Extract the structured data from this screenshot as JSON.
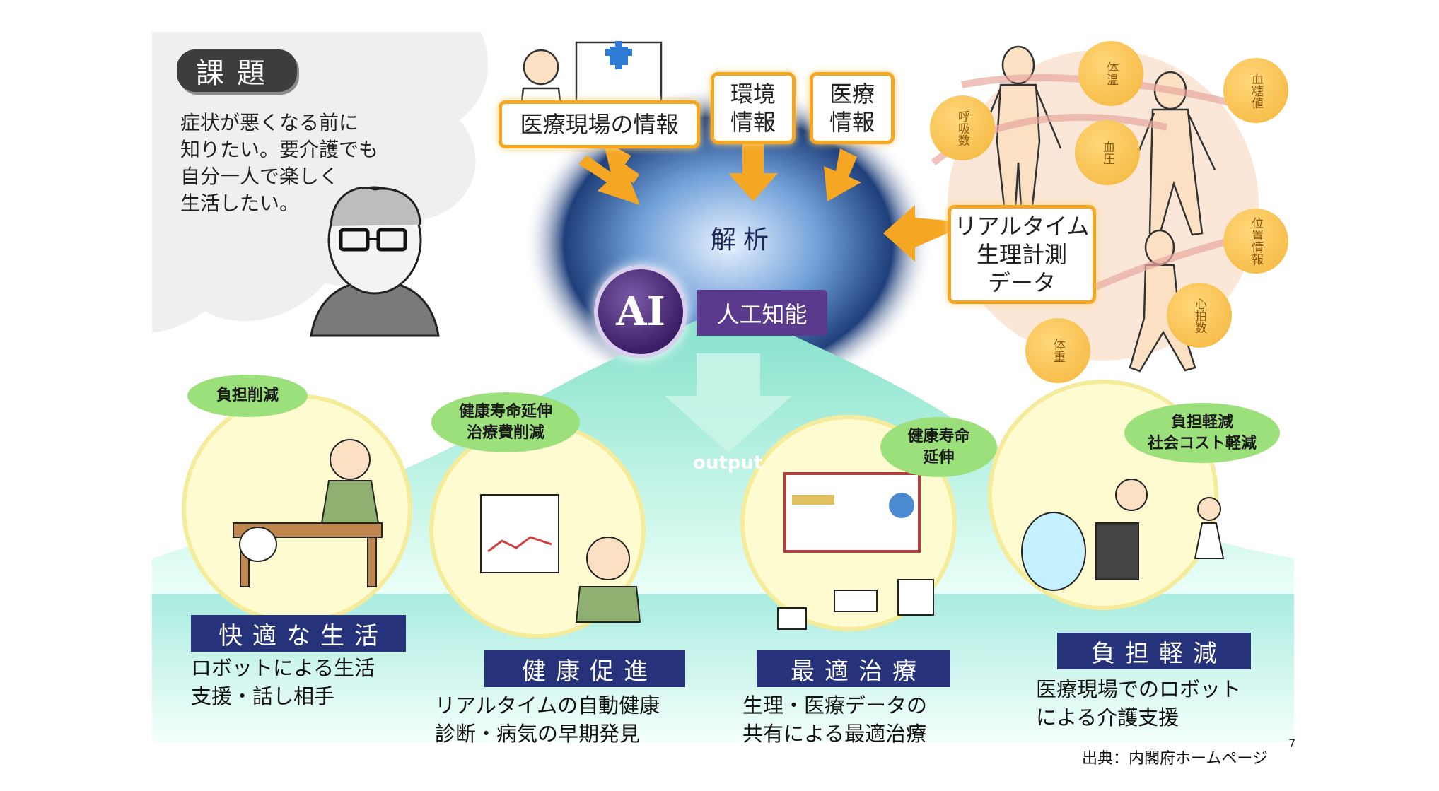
{
  "issue": {
    "title": "課題",
    "text": "症状が悪くなる前に\n知りたい。要介護でも\n自分一人で楽しく\n生活したい。"
  },
  "inputs": {
    "medical_site": "医療現場の情報",
    "environment": "環境\n情報",
    "medical": "医療\n情報",
    "realtime": "リアルタイム\n生理計測\nデータ"
  },
  "measurements": [
    "体温",
    "血糖値",
    "呼吸数",
    "血圧",
    "位置情報",
    "心拍数",
    "体重"
  ],
  "ai": {
    "analysis": "解析",
    "logo": "AI",
    "label": "人工知能",
    "output": "output"
  },
  "categories": [
    {
      "bubble": "負担削減",
      "title": "快適な生活",
      "desc": "ロボットによる生活\n支援・話し相手"
    },
    {
      "bubble": "健康寿命延伸\n治療費削減",
      "title": "健康促進",
      "desc": "リアルタイムの自動健康\n診断・病気の早期発見"
    },
    {
      "bubble": "健康寿命\n延伸",
      "title": "最適治療",
      "desc": "生理・医療データの\n共有による最適治療"
    },
    {
      "bubble": "負担軽減\n社会コスト軽減",
      "title": "負担軽減",
      "desc": "医療現場でのロボット\nによる介護支援"
    }
  ],
  "source": "出典：内閣府ホームページ",
  "page_number": "7",
  "colors": {
    "orange": "#f5a623",
    "teal": "#9fe6d0",
    "navy": "#26337a",
    "purple": "#5a3a8c",
    "bubble_green": "#9be07b",
    "measure_yellow": "#f4b53a"
  }
}
